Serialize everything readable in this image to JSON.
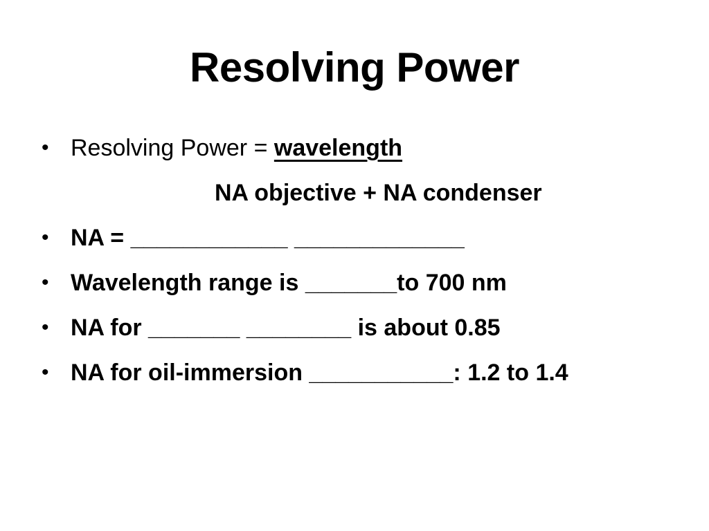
{
  "slide": {
    "title": "Resolving Power",
    "bullet_glyph": "•",
    "lines": {
      "l1": {
        "prefix": "Resolving Power = ",
        "numerator": "wavelength"
      },
      "l2": {
        "denominator": "NA objective + NA condenser"
      },
      "l3": {
        "text": "NA = ____________ _____________"
      },
      "l4": {
        "text": "Wavelength range is _______to 700 nm"
      },
      "l5": {
        "text": "NA for _______  ________ is about 0.85"
      },
      "l6": {
        "text": "NA for oil-immersion ___________: 1.2 to 1.4"
      }
    }
  }
}
